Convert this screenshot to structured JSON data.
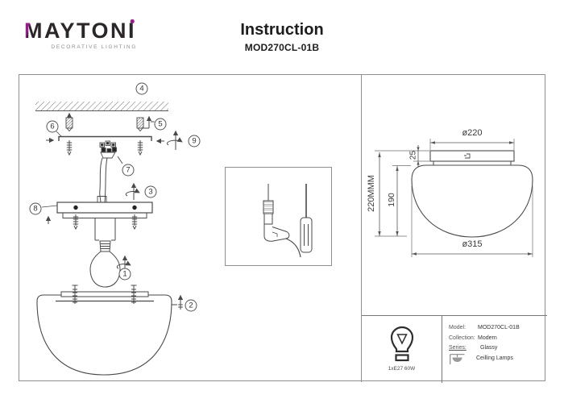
{
  "brand": {
    "name": "MAYTONI",
    "name_prefix": "M",
    "name_mid": "AYTON",
    "name_last": "I",
    "tagline": "DECORATIVE LIGHTING",
    "accent_color": "#8e2483"
  },
  "header": {
    "title": "Instruction",
    "model": "MOD270CL-01B"
  },
  "assembly": {
    "callouts": [
      "1",
      "2",
      "3",
      "4",
      "5",
      "6",
      "7",
      "8",
      "9"
    ]
  },
  "dimensions": {
    "top_diameter": "ø220",
    "plate_height": "25",
    "overall_height": "220MMM",
    "shade_height": "190",
    "bottom_diameter": "ø315"
  },
  "spec": {
    "bulb_label": "1xE27 60W",
    "rows": [
      {
        "label": "Model:",
        "value": "MOD270CL-01B"
      },
      {
        "label": "Collection:",
        "value": "Modern"
      },
      {
        "label": "Series:",
        "value": "Glassy"
      }
    ],
    "category": "Ceilling Lamps"
  }
}
